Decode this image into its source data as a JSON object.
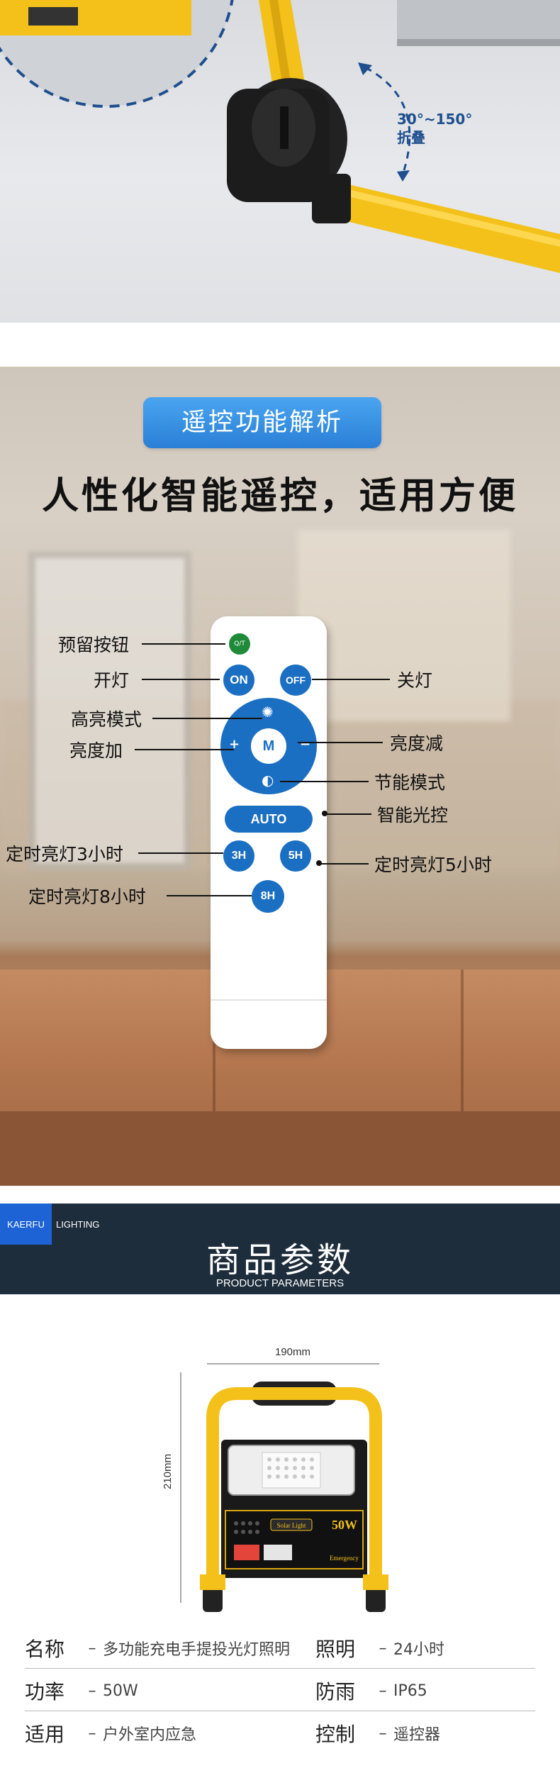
{
  "hinge": {
    "angle_label": "30°~150°",
    "fold_label": "折叠"
  },
  "remote_section": {
    "pill_title": "遥控功能解析",
    "headline": "人性化智能遥控，适用方便",
    "buttons": {
      "qt": "Q/T",
      "on": "ON",
      "off": "OFF",
      "plus": "+",
      "m": "M",
      "minus": "−",
      "auto": "AUTO",
      "h3": "3H",
      "h5": "5H",
      "h8": "8H"
    },
    "labels": {
      "reserved": "预留按钮",
      "on": "开灯",
      "off": "关灯",
      "high": "高亮模式",
      "bright_down": "亮度减",
      "bright_up": "亮度加",
      "eco": "节能模式",
      "smart": "智能光控",
      "timer3": "定时亮灯3小时",
      "timer5": "定时亮灯5小时",
      "timer8": "定时亮灯8小时"
    }
  },
  "params": {
    "brand_box": "KAERFU",
    "brand_rest": "LIGHTING",
    "title": "商品参数",
    "subtitle": "PRODUCT PARAMETERS"
  },
  "drawing": {
    "width_label": "190mm",
    "height_label": "210mm",
    "badge": "50W",
    "panel_text": "Solar Light",
    "emergency": "Emergency"
  },
  "specs": [
    {
      "k": "名称",
      "v": "多功能充电手提投光灯照明",
      "k2": "照明",
      "v2": "24小时"
    },
    {
      "k": "功率",
      "v": "50W",
      "k2": "防雨",
      "v2": "IP65"
    },
    {
      "k": "适用",
      "v": "户外室内应急",
      "k2": "控制",
      "v2": "遥控器"
    }
  ],
  "spec_dash": "–",
  "colors": {
    "remote_blue": "#1b6fc2",
    "pill_blue": "#2a7fd6",
    "header_navy": "#1e2d3b",
    "brand_blue": "#1d63d6",
    "frame_yellow": "#f3c11a"
  }
}
